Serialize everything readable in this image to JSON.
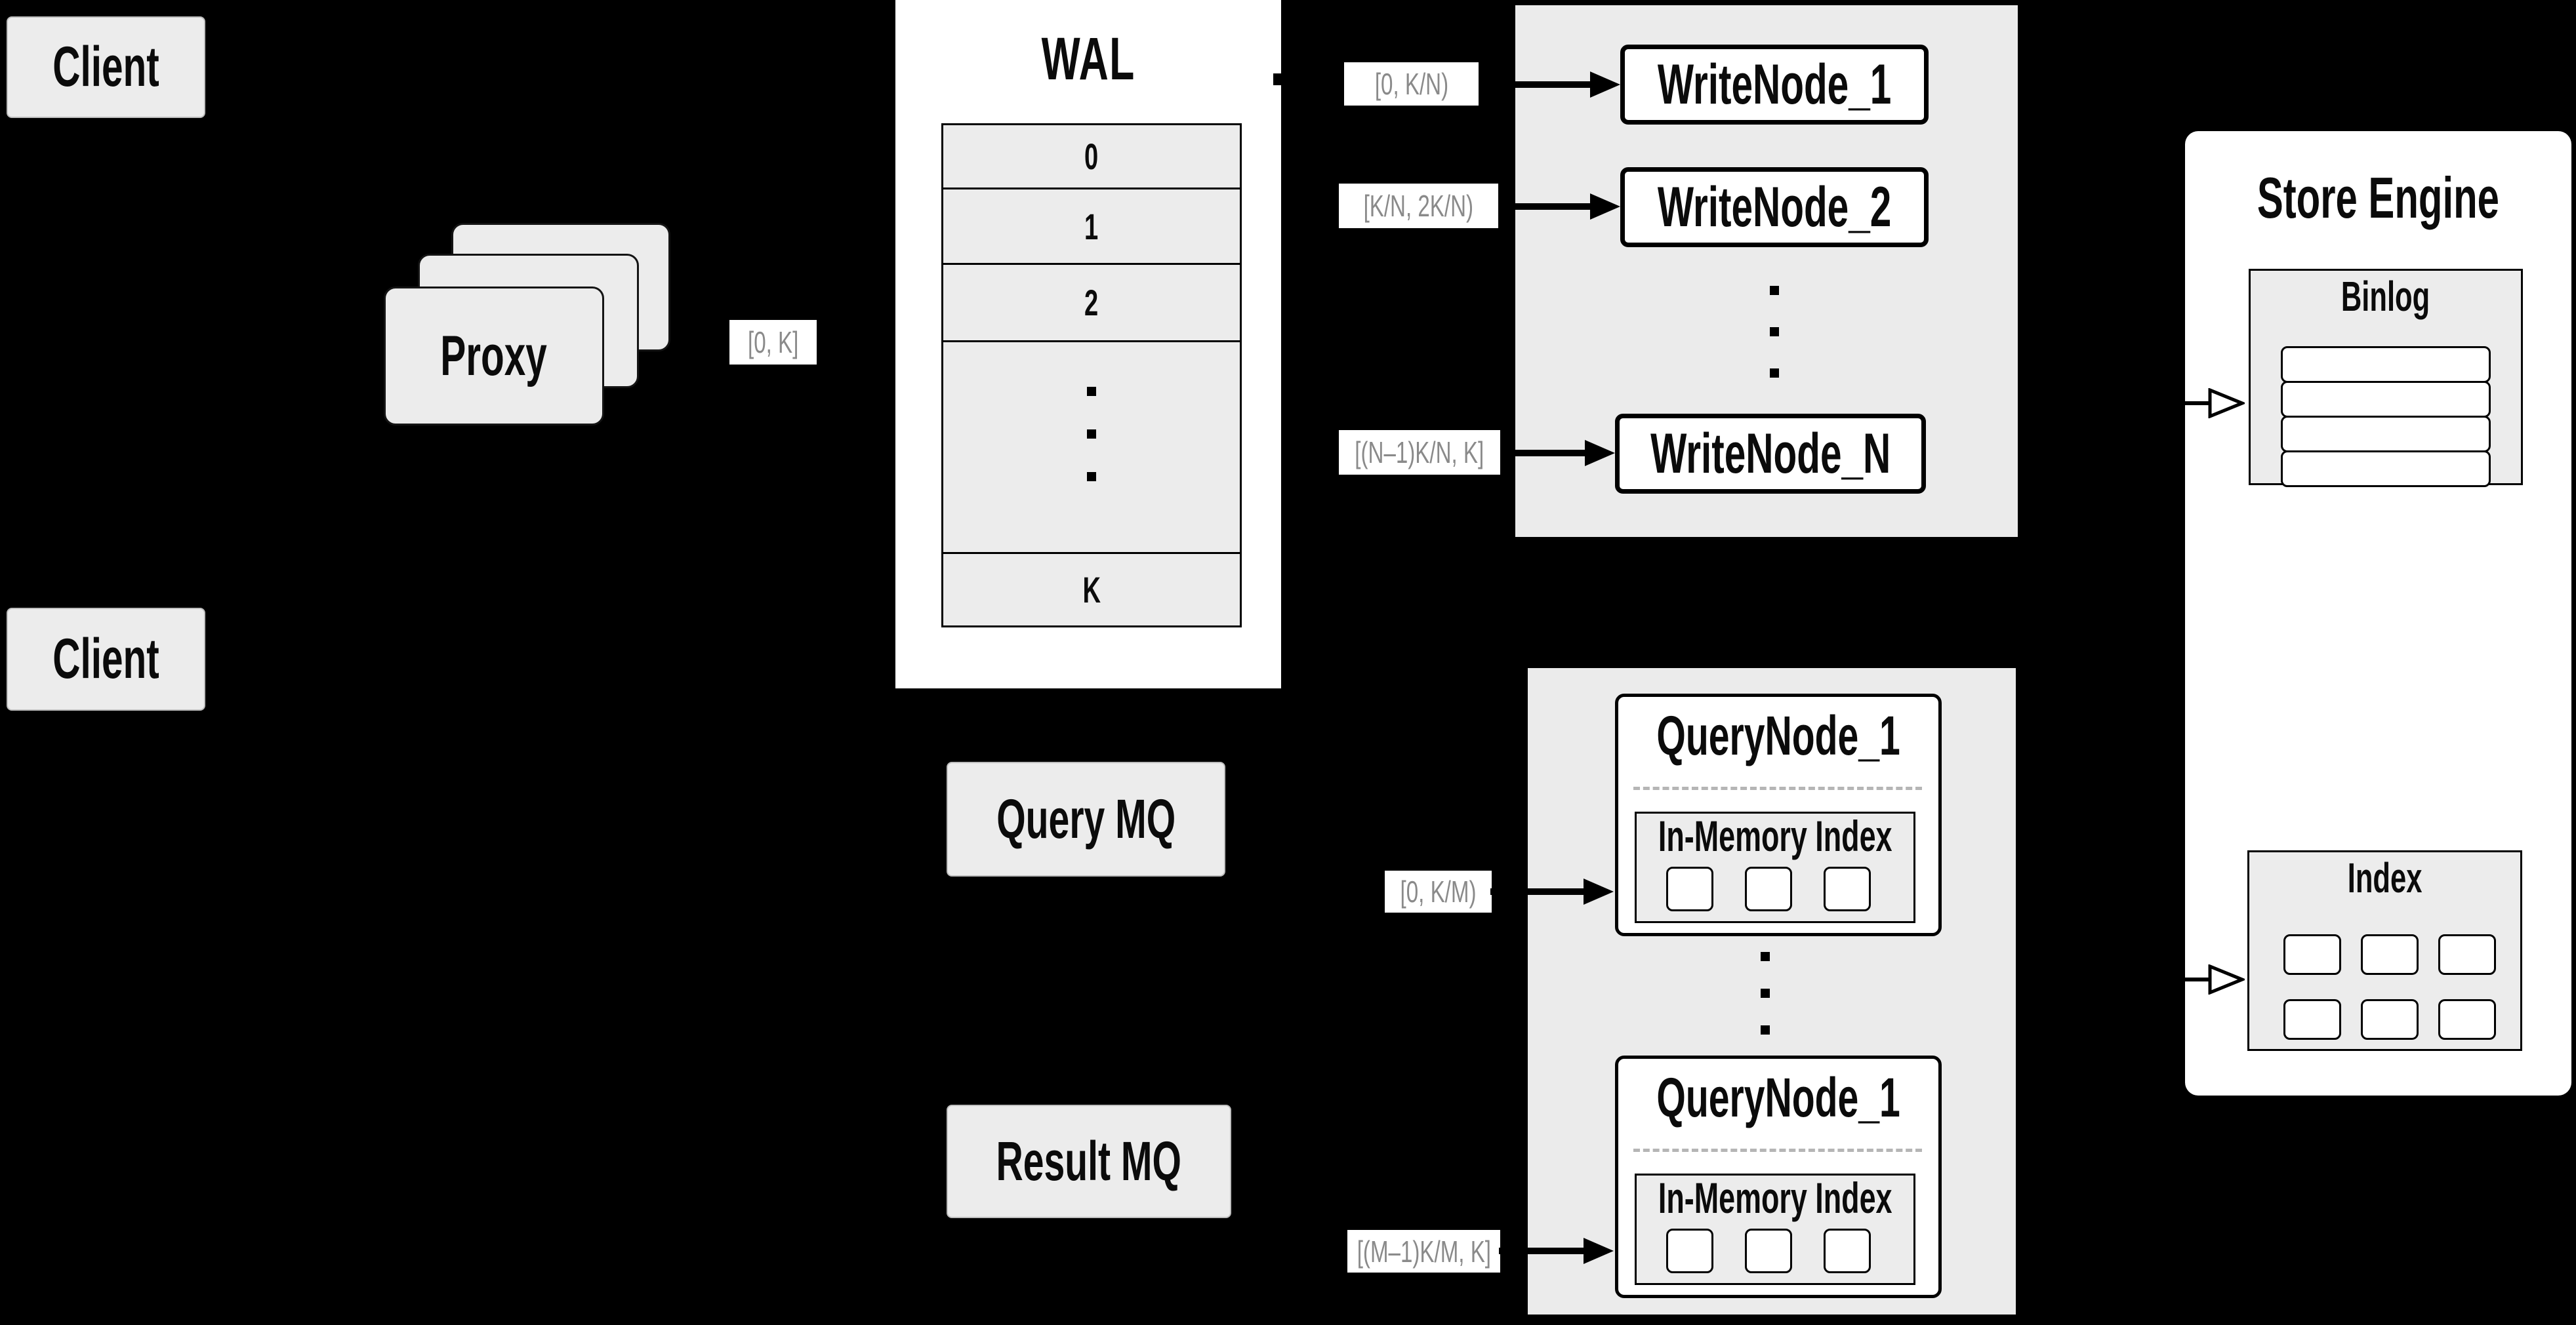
{
  "colors": {
    "background": "#000000",
    "box_gray": "#ececec",
    "container_gray": "#ebebeb",
    "white": "#ffffff",
    "border_black": "#000000",
    "range_text_gray": "#8a8a8a",
    "dashed_separator": "#b5b5b5"
  },
  "clients": {
    "top_label": "Client",
    "bottom_label": "Client"
  },
  "proxy": {
    "label": "Proxy",
    "range": "[0, K]"
  },
  "wal": {
    "title": "WAL",
    "rows": [
      "0",
      "1",
      "2"
    ],
    "ellipsis_dots": 3,
    "last_row": "K"
  },
  "write_group": {
    "ellipsis_dots": 3,
    "nodes": [
      {
        "range": "[0, K/N)",
        "label": "WriteNode_1"
      },
      {
        "range": "[K/N, 2K/N)",
        "label": "WriteNode_2"
      },
      {
        "range": "[(N–1)K/N, K]",
        "label": "WriteNode_N"
      }
    ]
  },
  "store_engine": {
    "title": "Store Engine",
    "binlog": {
      "title": "Binlog",
      "row_count": 4
    },
    "index": {
      "title": "Index",
      "cell_rows": 2,
      "cell_cols": 3
    }
  },
  "mq": {
    "query": "Query MQ",
    "result": "Result MQ"
  },
  "query_group": {
    "ellipsis_dots": 3,
    "nodes": [
      {
        "range": "[0, K/M)",
        "title": "QueryNode_1",
        "memory_label": "In-Memory Index",
        "cell_count": 3
      },
      {
        "range": "[(M–1)K/M, K]",
        "title": "QueryNode_1",
        "memory_label": "In-Memory Index",
        "cell_count": 3
      }
    ]
  }
}
